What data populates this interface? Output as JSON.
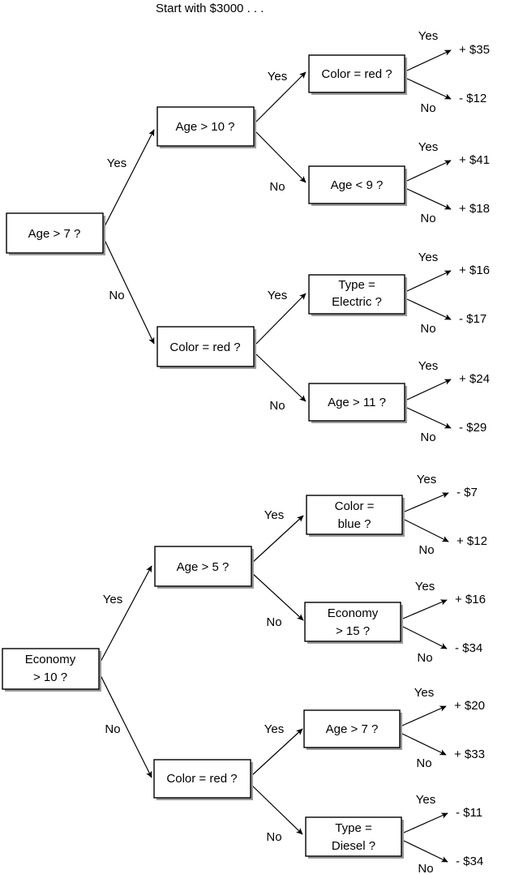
{
  "title": "Start with $3000 . . .",
  "labels": {
    "yes": "Yes",
    "no": "No"
  },
  "colors": {
    "stroke": "#000000",
    "fill": "#ffffff",
    "shadow": "#9a9a9a",
    "text": "#000000"
  },
  "trees": [
    {
      "id": "tree-1",
      "root": {
        "label_line1": "Age > 7 ?",
        "label_line2": ""
      },
      "level2": [
        {
          "label_line1": "Age > 10 ?",
          "label_line2": "",
          "branch": "Yes"
        },
        {
          "label_line1": "Color = red ?",
          "label_line2": "",
          "branch": "No"
        }
      ],
      "level3": [
        {
          "label_line1": "Color = red ?",
          "label_line2": "",
          "branch": "Yes"
        },
        {
          "label_line1": "Age < 9 ?",
          "label_line2": "",
          "branch": "No"
        },
        {
          "label_line1": "Type =",
          "label_line2": "Electric ?",
          "branch": "Yes"
        },
        {
          "label_line1": "Age > 11 ?",
          "label_line2": "",
          "branch": "No"
        }
      ],
      "leaves": [
        {
          "value": "+ $35",
          "branch": "Yes"
        },
        {
          "value": "- $12",
          "branch": "No"
        },
        {
          "value": "+ $41",
          "branch": "Yes"
        },
        {
          "value": "+ $18",
          "branch": "No"
        },
        {
          "value": "+ $16",
          "branch": "Yes"
        },
        {
          "value": "- $17",
          "branch": "No"
        },
        {
          "value": "+ $24",
          "branch": "Yes"
        },
        {
          "value": "- $29",
          "branch": "No"
        }
      ]
    },
    {
      "id": "tree-2",
      "root": {
        "label_line1": "Economy",
        "label_line2": "> 10 ?"
      },
      "level2": [
        {
          "label_line1": "Age > 5 ?",
          "label_line2": "",
          "branch": "Yes"
        },
        {
          "label_line1": "Color = red ?",
          "label_line2": "",
          "branch": "No"
        }
      ],
      "level3": [
        {
          "label_line1": "Color =",
          "label_line2": "blue ?",
          "branch": "Yes"
        },
        {
          "label_line1": "Economy",
          "label_line2": "> 15 ?",
          "branch": "No"
        },
        {
          "label_line1": "Age > 7 ?",
          "label_line2": "",
          "branch": "Yes"
        },
        {
          "label_line1": "Type =",
          "label_line2": "Diesel ?",
          "branch": "No"
        }
      ],
      "leaves": [
        {
          "value": "- $7",
          "branch": "Yes"
        },
        {
          "value": "+ $12",
          "branch": "No"
        },
        {
          "value": "+ $16",
          "branch": "Yes"
        },
        {
          "value": "- $34",
          "branch": "No"
        },
        {
          "value": "+ $20",
          "branch": "Yes"
        },
        {
          "value": "+ $33",
          "branch": "No"
        },
        {
          "value": "- $11",
          "branch": "Yes"
        },
        {
          "value": "- $34",
          "branch": "No"
        }
      ]
    }
  ],
  "chart_data": {
    "type": "diagram",
    "title": "Start with $3000 . . .",
    "description": "Two binary decision trees over car attributes with monetary payoffs at the leaves."
  }
}
